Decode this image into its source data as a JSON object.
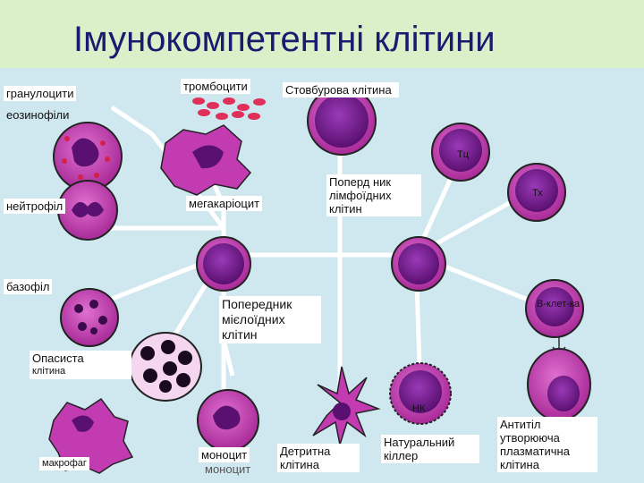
{
  "title": "Імунокомпетентні клітини",
  "labels": {
    "granulocytes": "гранулоцити",
    "eosinophils": "еозинофіли",
    "platelets": "тромбоцити",
    "stem_cell": "Стовбурова клітина",
    "tc": "Тц",
    "th": "Тх",
    "neutrophil": "нейтрофіл",
    "megakaryocyte": "мегакаріоцит",
    "lymphoid_progenitor": "Поперд ник лімфоїдних клітин",
    "basophil": "базофіл",
    "myeloid_progenitor": "Попередник мієлоїдних клітин",
    "b_cell": "В-клет-ка",
    "mast_cell": "Опасиста",
    "mast_cell_sub": "клітина",
    "nk": "НК",
    "macrophage": "макрофаг",
    "monocyte": "моноцит",
    "monocyte_shadow": "моноцит",
    "dendritic": "Детритна клітина",
    "natural_killer": "Натуральний кіллер",
    "plasma_cell": "Антитіл утворююча плазматична клітина"
  },
  "colors": {
    "background": "#cfe7ee",
    "title_bg": "#d9f0c8",
    "title_text": "#1a1a6e",
    "cell_fill": "#c23bb0",
    "cell_dark": "#6a1a7a",
    "nucleus": "#7b2a9a",
    "line": "#ffffff"
  }
}
